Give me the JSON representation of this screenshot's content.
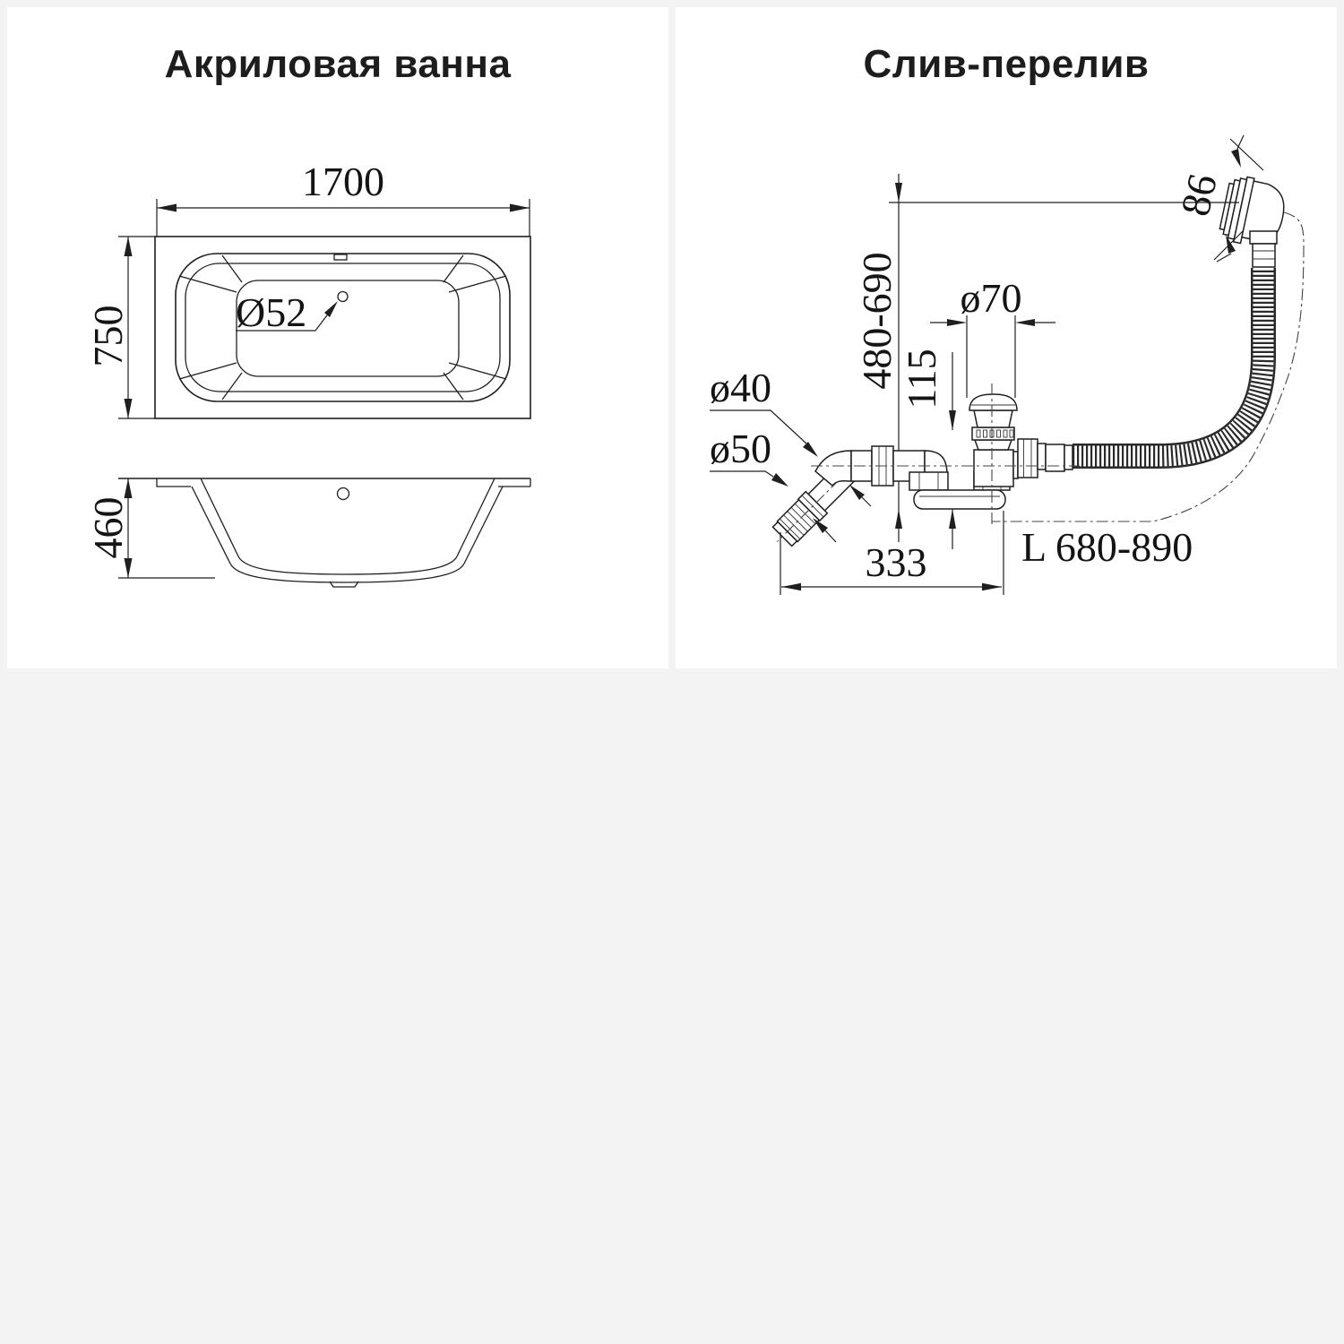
{
  "left_panel": {
    "title": "Акриловая ванна",
    "dimensions": {
      "length": "1700",
      "width": "750",
      "drain_diameter": "Ø52",
      "height": "460"
    }
  },
  "right_panel": {
    "title": "Слив-перелив",
    "dimensions": {
      "overflow_face_diameter": "86",
      "install_height_range": "480-690",
      "drain_cap_diameter": "ø70",
      "drain_under_height": "115",
      "outlet_pipe_diameter": "ø40",
      "outlet_coupling_diameter": "ø50",
      "horizontal_offset": "333",
      "hose_length_range": "L 680-890"
    }
  },
  "colors": {
    "background": "#f3f3f3",
    "panel": "#ffffff",
    "line": "#1f1f1f",
    "text": "#141414"
  }
}
